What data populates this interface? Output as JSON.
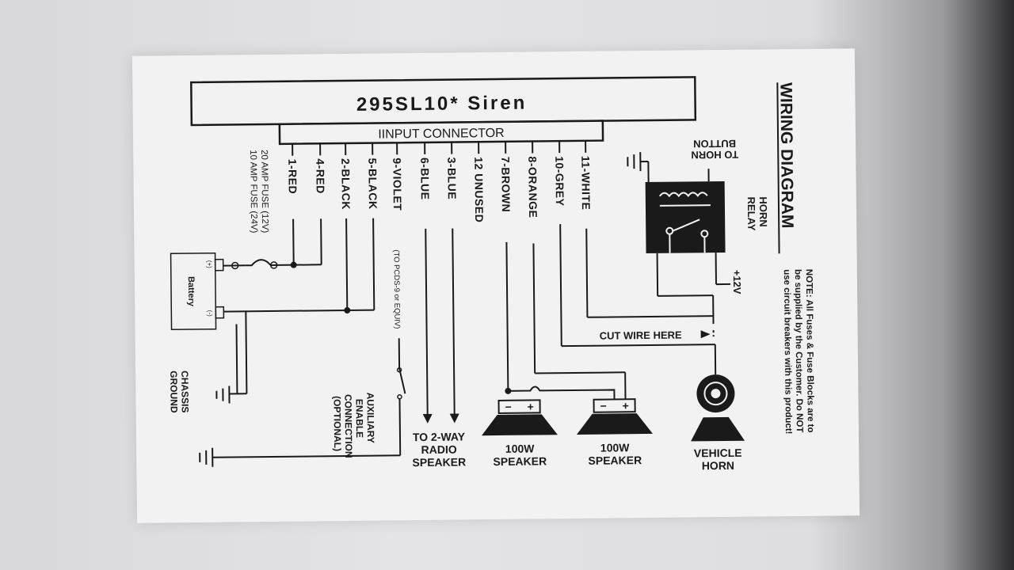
{
  "title": "295SL10* Siren",
  "connector_label": "IINPUT CONNECTOR",
  "wires": [
    {
      "pin": "1",
      "label": "1-RED"
    },
    {
      "pin": "4",
      "label": "4-RED"
    },
    {
      "pin": "2",
      "label": "2-BLACK"
    },
    {
      "pin": "5",
      "label": "5-BLACK"
    },
    {
      "pin": "9",
      "label": "9-VIOLET"
    },
    {
      "pin": "6",
      "label": "6-BLUE"
    },
    {
      "pin": "3",
      "label": "3-BLUE"
    },
    {
      "pin": "12",
      "label": "12 UNUSED"
    },
    {
      "pin": "7",
      "label": "7-BROWN"
    },
    {
      "pin": "8",
      "label": "8-ORANGE"
    },
    {
      "pin": "10",
      "label": "10-GREY"
    },
    {
      "pin": "11",
      "label": "11-WHITE"
    }
  ],
  "violet_note": "(TO PCDS-9 or EQUIV)",
  "fuse_line1": "20 AMP FUSE (12V)",
  "fuse_line2": "10 AMP FUSE (24V)",
  "battery_label": "Battery",
  "battery_pos": "(+)",
  "battery_neg": "(-)",
  "chassis_ground": [
    "CHASSIS",
    "GROUND"
  ],
  "auxiliary": [
    "AUXILIARY",
    "ENABLE",
    "CONNECTION",
    "(OPTIONAL)"
  ],
  "radio_speaker": [
    "TO 2-WAY",
    "RADIO",
    "SPEAKER"
  ],
  "speaker1": [
    "100W",
    "SPEAKER"
  ],
  "speaker2": [
    "100W",
    "SPEAKER"
  ],
  "vehicle_horn": [
    "VEHICLE",
    "HORN"
  ],
  "cut_wire": "CUT WIRE HERE",
  "horn_relay": [
    "HORN",
    "RELAY"
  ],
  "horn_button": [
    "TO HORN",
    "BUTTON"
  ],
  "plus12": "+12V",
  "wiring_diagram_title": "WIRING DIAGRAM",
  "note_lines": [
    "NOTE: All Fuses & Fuse Blocks are to",
    "be supplied by the Customer. Do NOT",
    "use circuit breakers with this product!"
  ]
}
